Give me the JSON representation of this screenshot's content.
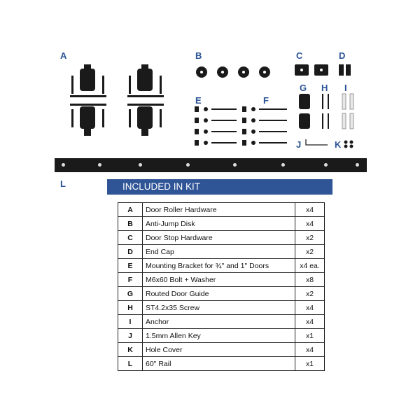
{
  "labels": {
    "a": "A",
    "b": "B",
    "c": "C",
    "d": "D",
    "e": "E",
    "f": "F",
    "g": "G",
    "h": "H",
    "i": "I",
    "j": "J",
    "k": "K",
    "l": "L"
  },
  "banner": "INCLUDED IN KIT",
  "items": [
    {
      "code": "A",
      "name": "Door Roller Hardware",
      "qty": "x4"
    },
    {
      "code": "B",
      "name": "Anti-Jump Disk",
      "qty": "x4"
    },
    {
      "code": "C",
      "name": "Door Stop Hardware",
      "qty": "x2"
    },
    {
      "code": "D",
      "name": "End Cap",
      "qty": "x2"
    },
    {
      "code": "E",
      "name": "Mounting Bracket for ¾\" and 1\" Doors",
      "qty": "x4 ea."
    },
    {
      "code": "F",
      "name": "M6x60 Bolt + Washer",
      "qty": "x8"
    },
    {
      "code": "G",
      "name": "Routed Door Guide",
      "qty": "x2"
    },
    {
      "code": "H",
      "name": "ST4.2x35 Screw",
      "qty": "x4"
    },
    {
      "code": "I",
      "name": "Anchor",
      "qty": "x4"
    },
    {
      "code": "J",
      "name": "1.5mm Allen Key",
      "qty": "x1"
    },
    {
      "code": "K",
      "name": "Hole Cover",
      "qty": "x4"
    },
    {
      "code": "L",
      "name": "60\" Rail",
      "qty": "x1"
    }
  ]
}
